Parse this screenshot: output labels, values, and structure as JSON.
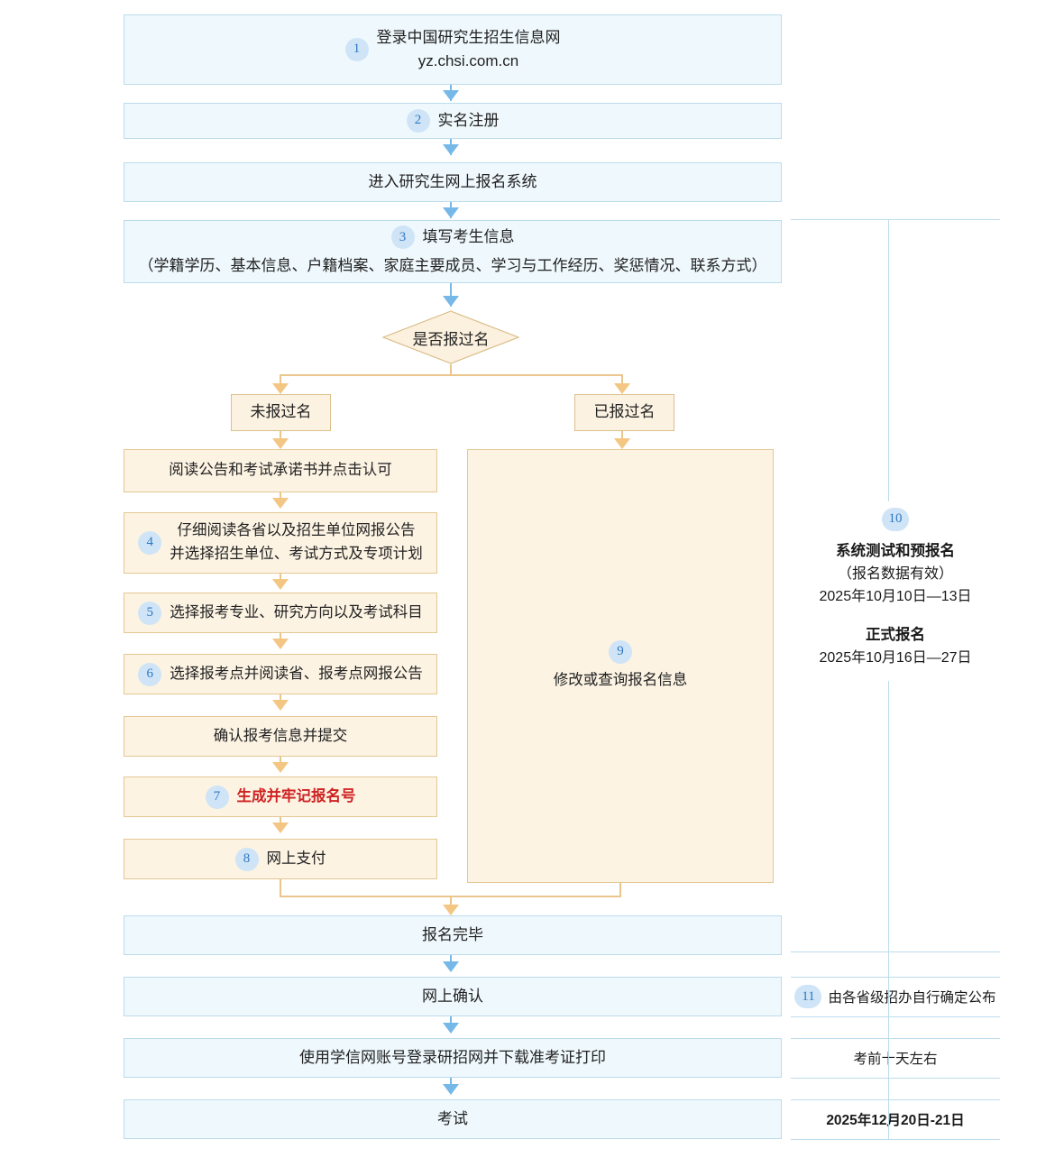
{
  "flow": {
    "main_nodes": [
      {
        "id": "login",
        "num": "1",
        "text": "登录中国研究生招生信息网\nyz.chsi.com.cn"
      },
      {
        "id": "realname",
        "num": "2",
        "text": "实名注册"
      },
      {
        "id": "enter-system",
        "num": "",
        "text": "进入研究生网上报名系统"
      },
      {
        "id": "fill-info",
        "num": "3",
        "text": "填写考生信息",
        "sub": "（学籍学历、基本信息、户籍档案、家庭主要成员、学习与工作经历、奖惩情况、联系方式）"
      }
    ],
    "decision": {
      "text": "是否报过名"
    },
    "branch_labels": {
      "left": "未报过名",
      "right": "已报过名"
    },
    "left_steps": [
      {
        "num": "",
        "text": "阅读公告和考试承诺书并点击认可"
      },
      {
        "num": "4",
        "text": "仔细阅读各省以及招生单位网报公告\n并选择招生单位、考试方式及专项计划"
      },
      {
        "num": "5",
        "text": "选择报考专业、研究方向以及考试科目"
      },
      {
        "num": "6",
        "text": "选择报考点并阅读省、报考点网报公告"
      },
      {
        "num": "",
        "text": "确认报考信息并提交"
      },
      {
        "num": "7",
        "text": "生成并牢记报名号",
        "alert": true
      },
      {
        "num": "8",
        "text": "网上支付"
      }
    ],
    "right_branch": {
      "num": "9",
      "text": "修改或查询报名信息"
    },
    "tail_nodes": [
      {
        "id": "done",
        "num": "",
        "text": "报名完毕"
      },
      {
        "id": "online-confirm",
        "num": "",
        "text": "网上确认"
      },
      {
        "id": "admission-ticket",
        "num": "",
        "text": "使用学信网账号登录研招网并下载准考证打印"
      },
      {
        "id": "exam",
        "num": "",
        "text": "考试"
      }
    ]
  },
  "sidebar": {
    "schedule": {
      "num": "10",
      "line1": "系统测试和预报名",
      "line2": "（报名数据有效）",
      "line3": "2025年10月10日—13日",
      "line4": "正式报名",
      "line5": "2025年10月16日—27日"
    },
    "rows": [
      {
        "num": "11",
        "text": "由各省级招办自行确定公布"
      },
      {
        "num": "",
        "text": "考前十天左右"
      },
      {
        "num": "",
        "text": "2025年12月20日-21日"
      }
    ]
  },
  "colors": {
    "blue_fill": "#eff8fd",
    "blue_border": "#bcdceb",
    "cream_fill": "#fcf3e3",
    "cream_border": "#e3c893",
    "badge_fill": "#cfe4f6",
    "badge_text": "#2f78c4",
    "alert_text": "#cf2222",
    "arrow_blue": "#76b8e8",
    "arrow_orange": "#f3c684"
  }
}
